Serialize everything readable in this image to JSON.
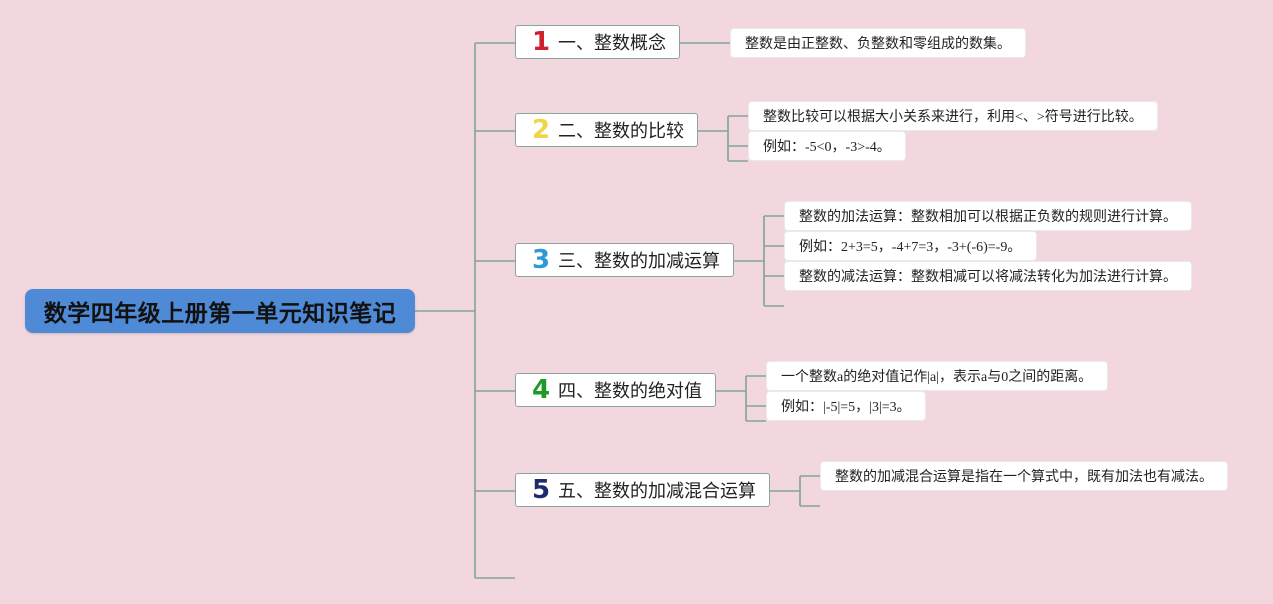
{
  "root": {
    "title": "数学四年级上册第一单元知识笔记",
    "color": "#4f8ad6"
  },
  "background": "#f2d7df",
  "connector_color": "#7fa598",
  "branches": [
    {
      "number": "1",
      "number_color": "#d0202e",
      "label": "一、整数概念",
      "leaves": [
        "整数是由正整数、负整数和零组成的数集。"
      ]
    },
    {
      "number": "2",
      "number_color": "#f0d44a",
      "label": "二、整数的比较",
      "leaves": [
        "整数比较可以根据大小关系来进行，利用<、>符号进行比较。",
        "例如：-5<0，-3>-4。"
      ]
    },
    {
      "number": "3",
      "number_color": "#2d9ad8",
      "label": "三、整数的加减运算",
      "leaves": [
        "整数的加法运算：整数相加可以根据正负数的规则进行计算。",
        "例如：2+3=5，-4+7=3，-3+(-6)=-9。",
        "整数的减法运算：整数相减可以将减法转化为加法进行计算。"
      ]
    },
    {
      "number": "4",
      "number_color": "#1f9a2a",
      "label": "四、整数的绝对值",
      "leaves": [
        "一个整数a的绝对值记作|a|，表示a与0之间的距离。",
        "例如：|-5|=5，|3|=3。"
      ]
    },
    {
      "number": "5",
      "number_color": "#1d2a6e",
      "label": "五、整数的加减混合运算",
      "leaves": [
        "整数的加减混合运算是指在一个算式中，既有加法也有减法。"
      ]
    }
  ]
}
